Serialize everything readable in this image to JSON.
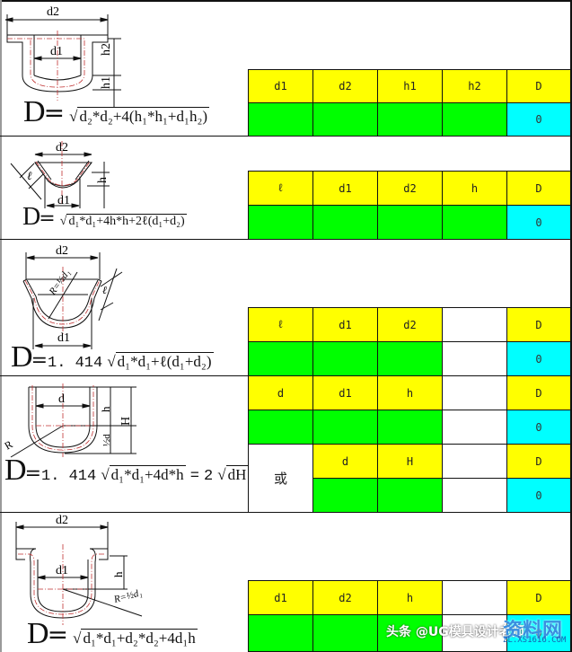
{
  "sections": [
    {
      "diagram": "flanged-cup-elliptical-bottom",
      "dims": {
        "top": "d2",
        "inner": "d1",
        "right_upper": "h2",
        "right_lower": "h1"
      },
      "formula": {
        "lhs": "D",
        "eq": "=",
        "coef": "",
        "radicand": "d₂*d₂+4(h₁*h₁+d₁h₂)",
        "tail": ""
      },
      "table": {
        "headers": [
          "d1",
          "d2",
          "h1",
          "h2",
          "D"
        ],
        "values": [
          "",
          "",
          "",
          "",
          "0"
        ]
      }
    },
    {
      "diagram": "conical-shallow-dish",
      "dims": {
        "top": "d2",
        "bottom": "d1",
        "side": "ℓ",
        "right": "h"
      },
      "formula": {
        "lhs": "D",
        "eq": "=",
        "coef": "",
        "radicand": "d₁*d₁+4h*h+2ℓ(d₁+d₂)",
        "tail": ""
      },
      "table": {
        "headers": [
          "ℓ",
          "d1",
          "d2",
          "h",
          "D"
        ],
        "values": [
          "",
          "",
          "",
          "",
          "0"
        ]
      }
    },
    {
      "diagram": "hemispherical-with-flare",
      "dims": {
        "top": "d2",
        "bottom": "d1",
        "radius": "R=½d₁",
        "side": "ℓ"
      },
      "formula": {
        "lhs": "D",
        "eq": "=",
        "coef": "1. 414",
        "radicand": "d₁*d₁+ℓ(d₁+d₂)",
        "tail": ""
      },
      "table": {
        "headers": [
          "ℓ",
          "d1",
          "d2",
          "",
          "D"
        ],
        "values": [
          "",
          "",
          "",
          "",
          "0"
        ]
      }
    },
    {
      "diagram": "cylindrical-cup-hemispherical-bottom",
      "dims": {
        "inner": "d",
        "right_upper": "h",
        "right_lower": "½d",
        "right_total": "H",
        "radius": "R"
      },
      "formula": {
        "lhs": "D",
        "eq": "=",
        "coef": "1. 414",
        "radicand": "d₁*d₁+4d*h",
        "tail_eq": "=",
        "tail_coef": "2",
        "tail_radicand": "dH"
      },
      "table": {
        "headers": [
          "d",
          "d1",
          "h",
          "",
          "D"
        ],
        "values": [
          "",
          "",
          "",
          "",
          "0"
        ]
      },
      "alt_table": {
        "or_label": "或",
        "headers": [
          "d",
          "H",
          "",
          "D"
        ],
        "values": [
          "",
          "",
          "",
          "0"
        ]
      }
    },
    {
      "diagram": "flanged-cup-hemispherical-bottom",
      "dims": {
        "top": "d2",
        "inner": "d1",
        "right": "h",
        "radius": "R=½d₁"
      },
      "formula": {
        "lhs": "D",
        "eq": "=",
        "coef": "",
        "radicand": "d₁*d₁+d₂*d₂+4d₁h",
        "tail": ""
      },
      "table": {
        "headers": [
          "d1",
          "d2",
          "h",
          "",
          "D"
        ],
        "values": [
          "",
          "",
          "",
          "",
          "0"
        ]
      }
    }
  ],
  "colors": {
    "header": "#ffff00",
    "input": "#00ff00",
    "result": "#00ffff"
  },
  "watermark": {
    "text": "头条 @UG模具设计老师",
    "logo": "资料网",
    "url": "ZL.XS1616.COM"
  }
}
